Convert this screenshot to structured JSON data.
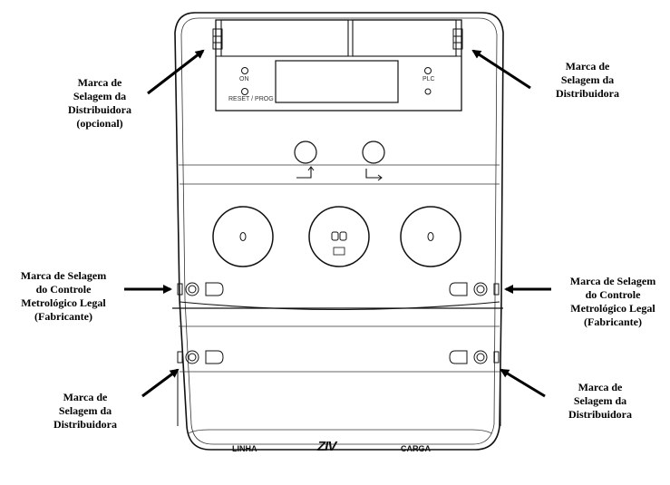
{
  "labels": {
    "top_left": [
      "Marca de",
      "Selagem da",
      "Distribuidora",
      "(opcional)"
    ],
    "top_right": [
      "Marca de",
      "Selagem da",
      "Distribuidora"
    ],
    "mid_left": [
      "Marca de Selagem",
      "do Controle",
      "Metrológico Legal",
      "(Fabricante)"
    ],
    "mid_right": [
      "Marca de Selagem",
      "do Controle",
      "Metrológico Legal",
      "(Fabricante)"
    ],
    "bottom_left": [
      "Marca de",
      "Selagem da",
      "Distribuidora"
    ],
    "bottom_right": [
      "Marca de",
      "Selagem da",
      "Distribuidora"
    ]
  },
  "meter": {
    "on": "ON",
    "reset_prog": "RESET / PROG",
    "plc": "PLC",
    "linha": "LINHA",
    "carga": "CARGA",
    "logo": "ZIV"
  },
  "colors": {
    "line": "#111111",
    "arrow": "#000000"
  }
}
